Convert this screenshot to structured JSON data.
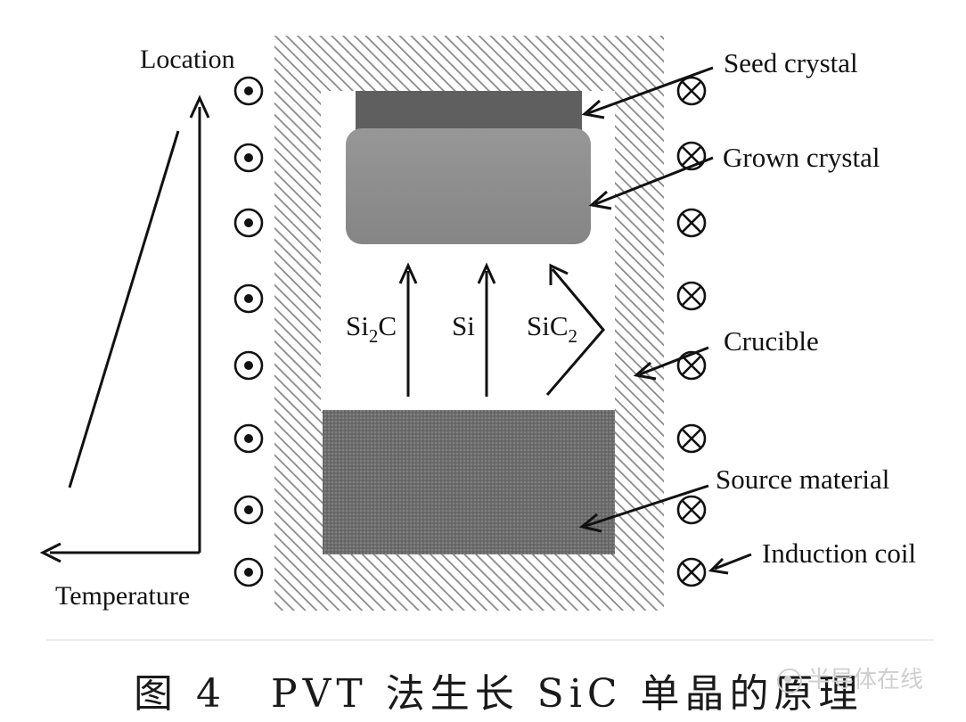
{
  "axes": {
    "y_label": "Location",
    "x_label": "Temperature"
  },
  "species": {
    "left": {
      "main": "Si",
      "sub": "2",
      "tail": "C"
    },
    "middle": {
      "main": "Si"
    },
    "right": {
      "main": "SiC",
      "sub": "2"
    }
  },
  "callouts": {
    "seed_crystal": "Seed crystal",
    "grown_crystal": "Grown crystal",
    "crucible": "Crucible",
    "source_material": "Source material",
    "induction_coil": "Induction coil"
  },
  "caption": "图 4　PVT 法生长 SiC 单晶的原理",
  "watermark": "半导体在线",
  "colors": {
    "crucible_hatch": "#8a8a8a",
    "seed": "#5f5f5f",
    "grown": "#8c8c8c",
    "source": "#6e6e6e",
    "line": "#111111"
  }
}
